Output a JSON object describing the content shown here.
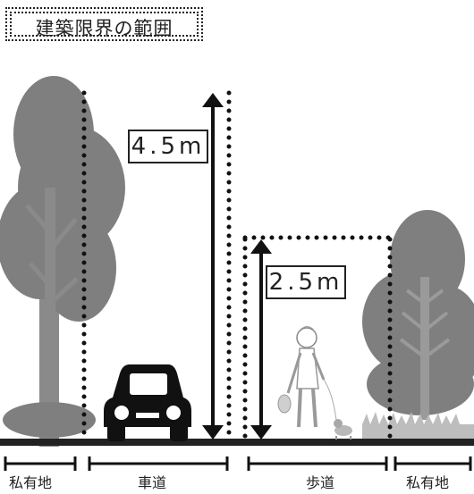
{
  "title": "建築限界の範囲",
  "measurements": {
    "roadway_height": "4.5m",
    "sidewalk_height": "2.5m"
  },
  "zones": {
    "private_left": "私有地",
    "roadway": "車道",
    "sidewalk": "歩道",
    "private_right": "私有地"
  },
  "colors": {
    "tree_foliage": "#7f7f7f",
    "tree_trunk": "#8a8a8a",
    "ground": "#222222",
    "car": "#111111"
  }
}
